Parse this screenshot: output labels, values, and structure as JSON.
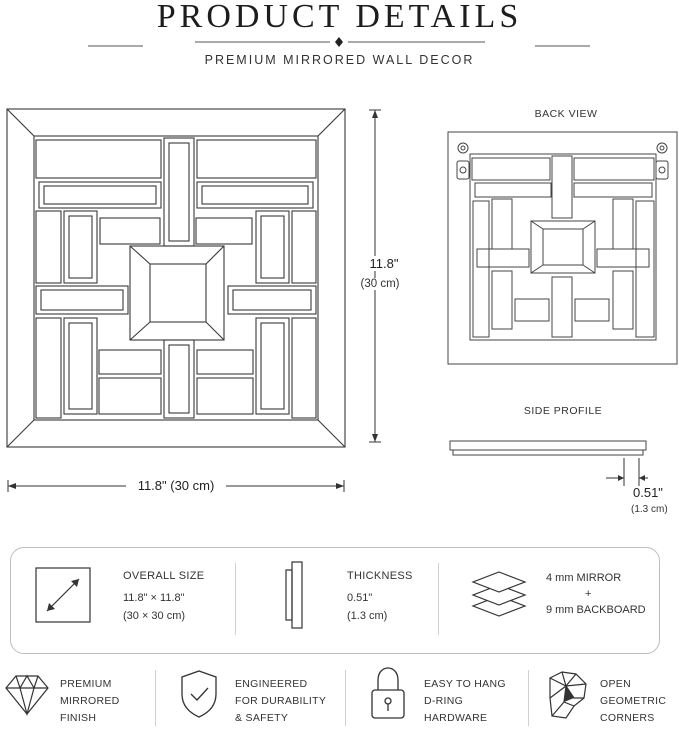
{
  "header": {
    "title": "PRODUCT DETAILS",
    "subtitle": "PREMIUM MIRRORED WALL DECOR"
  },
  "front": {
    "height_label": "11.8\"",
    "height_metric": "(30 cm)",
    "width_label": "11.8\" (30 cm)"
  },
  "back_view": {
    "label": "BACK VIEW"
  },
  "side_profile": {
    "label": "SIDE PROFILE",
    "thickness": "0.51\"",
    "thickness_metric": "(1.3 cm)"
  },
  "specs": {
    "size": {
      "title": "OVERALL SIZE",
      "value": "11.8\" × 11.8\"",
      "metric": "(30 × 30 cm)",
      "icon": "diagonal-size-icon"
    },
    "thickness": {
      "title": "THICKNESS",
      "value": "0.51\"",
      "metric": "(1.3 cm)",
      "icon": "thickness-profile-icon"
    },
    "layers": {
      "line1": "4 mm MIRROR",
      "plus": "+",
      "line2": "9 mm BACKBOARD",
      "icon": "layers-stack-icon"
    }
  },
  "features": [
    {
      "icon": "diamond-icon",
      "l1": "PREMIUM",
      "l2": "MIRRORED",
      "l3": "FINISH"
    },
    {
      "icon": "shield-check-icon",
      "l1": "ENGINEERED",
      "l2": "FOR DURABILITY",
      "l3": "& SAFETY"
    },
    {
      "icon": "padlock-icon",
      "l1": "EASY TO HANG",
      "l2": "D-RING",
      "l3": "HARDWARE"
    },
    {
      "icon": "geometric-corner-icon",
      "l1": "OPEN",
      "l2": "GEOMETRIC",
      "l3": "CORNERS"
    }
  ]
}
